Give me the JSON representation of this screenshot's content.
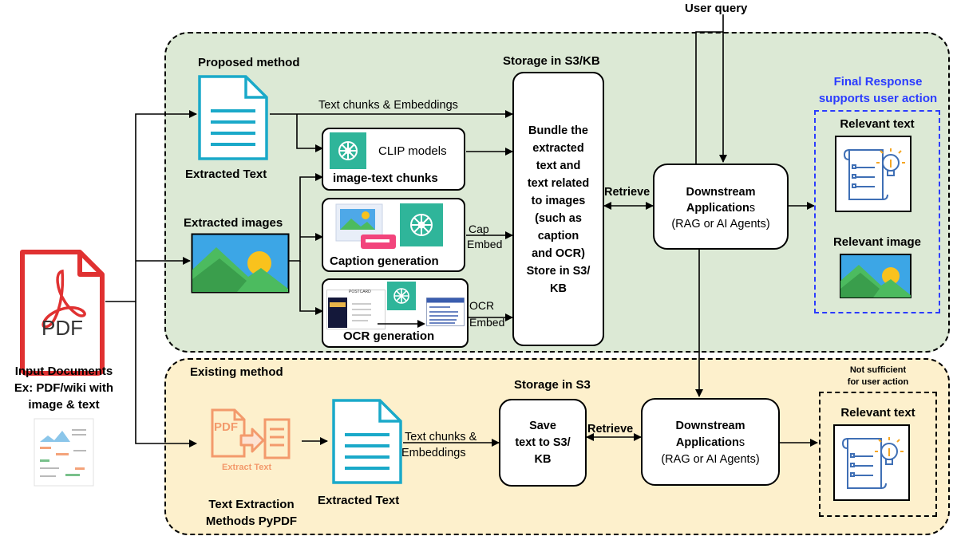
{
  "proposed": {
    "title": "Proposed method",
    "storage_title": "Storage in S3/KB",
    "extracted_text_label": "Extracted Text",
    "extracted_images_label": "Extracted images",
    "text_chunks_label": "Text chunks & Embeddings",
    "clip_label": "CLIP models",
    "image_text_chunks_label": "image-text chunks",
    "caption_label": "Caption generation",
    "ocr_label": "OCR generation",
    "postcard_text": "POSTCARD",
    "cap_embed": [
      "Cap",
      "Embed"
    ],
    "ocr_embed": [
      "OCR",
      "Embed"
    ],
    "bundle_lines": [
      "Bundle the",
      "extracted",
      "text and",
      "text related",
      "to images",
      "(such as",
      "caption",
      "and OCR)",
      "Store in S3/",
      "KB"
    ],
    "retrieve_label": "Retrieve",
    "downstream_title": [
      "Downstream",
      "Application"
    ],
    "downstream_suffix": "s",
    "downstream_sub": "(RAG or AI Agents)",
    "final_response": [
      "Final Response",
      "supports user action"
    ],
    "relevant_text": "Relevant text",
    "relevant_image": "Relevant image"
  },
  "user_query": "User query",
  "input_docs": {
    "pdf_label": "PDF",
    "lines": [
      "Input Documents",
      "Ex: PDF/wiki with",
      "image & text"
    ]
  },
  "existing": {
    "title": "Existing method",
    "storage_title": "Storage in S3",
    "pdf_icon_text": "PDF",
    "extract_text_label": "Extract Text",
    "method_label": [
      "Text Extraction",
      "Methods PyPDF"
    ],
    "extracted_text_label": "Extracted Text",
    "text_chunks_label": [
      "Text chunks &",
      "Embeddings"
    ],
    "save_label": [
      "Save",
      "text to S3/",
      "KB"
    ],
    "retrieve_label": "Retrieve",
    "downstream_title": [
      "Downstream",
      "Application"
    ],
    "downstream_suffix": "s",
    "downstream_sub": "(RAG or AI Agents)",
    "not_sufficient": [
      "Not sufficient",
      "for user action"
    ],
    "relevant_text": "Relevant text"
  },
  "colors": {
    "proposed_bg": "#dce9d5",
    "existing_bg": "#fdf0cc",
    "final_response": "#2b3cff",
    "pdf_red": "#e03131",
    "doc_cyan": "#1aa9c9",
    "ai_green": "#2fb59a",
    "extract_orange": "#f39a6c"
  }
}
